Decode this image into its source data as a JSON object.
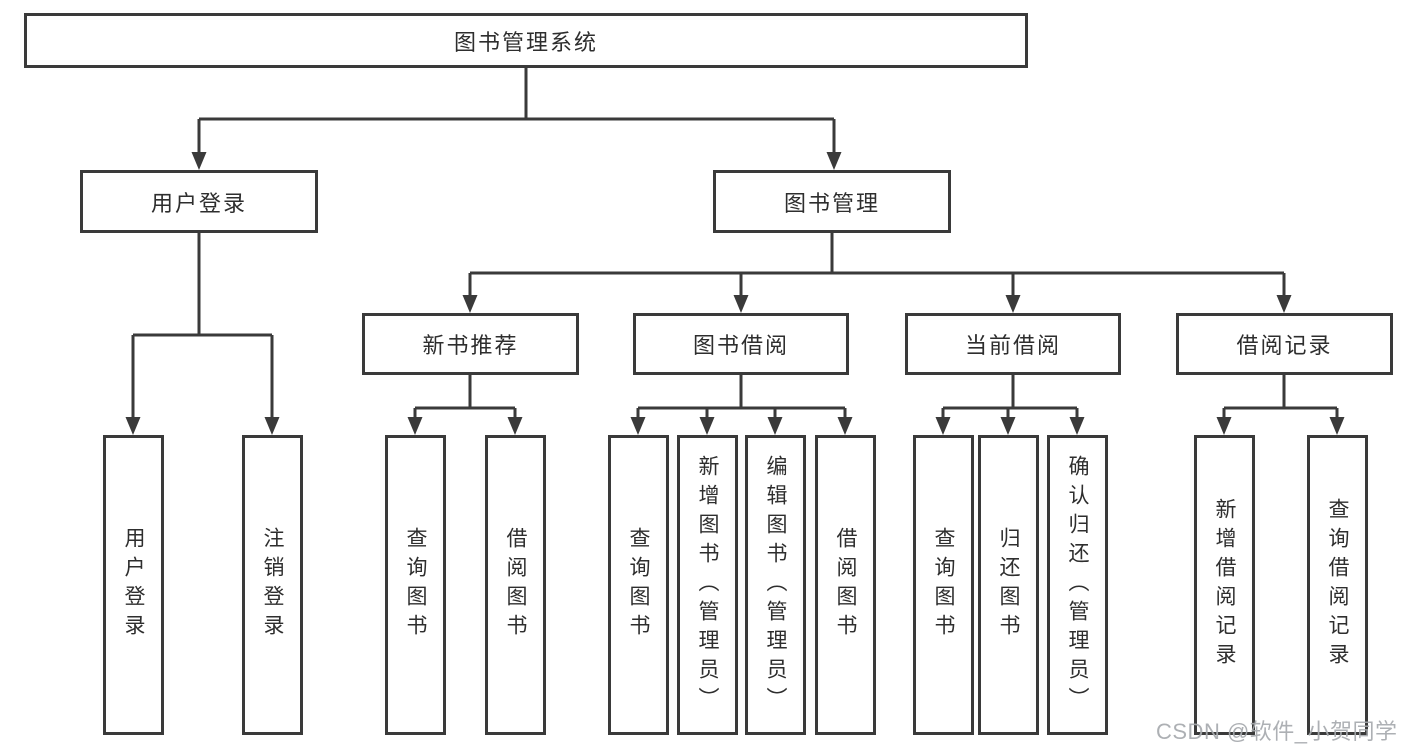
{
  "diagram": {
    "title": "图书管理系统",
    "branches": [
      {
        "label": "用户登录",
        "children": [
          {
            "label": "用户登录"
          },
          {
            "label": "注销登录"
          }
        ]
      },
      {
        "label": "图书管理",
        "children": [
          {
            "label": "新书推荐",
            "children": [
              {
                "label": "查询图书"
              },
              {
                "label": "借阅图书"
              }
            ]
          },
          {
            "label": "图书借阅",
            "children": [
              {
                "label": "查询图书"
              },
              {
                "label": "新增图书（管理员）"
              },
              {
                "label": "编辑图书（管理员）"
              },
              {
                "label": "借阅图书"
              }
            ]
          },
          {
            "label": "当前借阅",
            "children": [
              {
                "label": "查询图书"
              },
              {
                "label": "归还图书"
              },
              {
                "label": "确认归还（管理员）"
              }
            ]
          },
          {
            "label": "借阅记录",
            "children": [
              {
                "label": "新增借阅记录"
              },
              {
                "label": "查询借阅记录"
              }
            ]
          }
        ]
      }
    ]
  },
  "watermark": "CSDN @软件_小贺同学",
  "colors": {
    "line": "#3a3a3a",
    "text": "#2e2e2e",
    "background": "#ffffff",
    "watermark": "#a7aaae"
  }
}
